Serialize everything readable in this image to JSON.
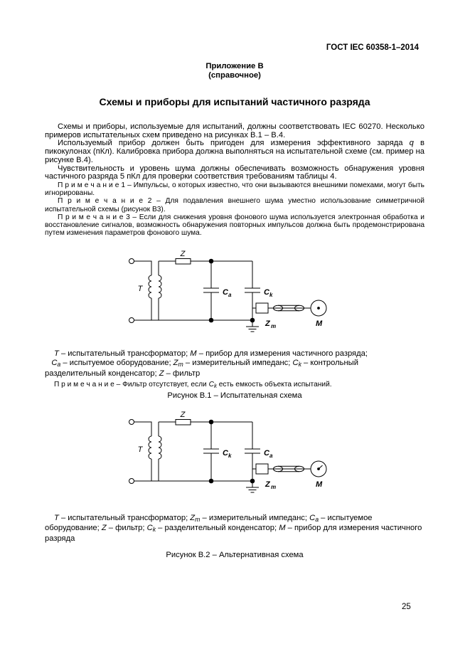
{
  "header": {
    "standard": "ГОСТ IEC 60358-1–2014",
    "annex_title": "Приложение В",
    "annex_subtitle": "(справочное)",
    "title": "Схемы и приборы для испытаний частичного разряда"
  },
  "paragraphs": {
    "p1": "Схемы и приборы, используемые для испытаний, должны соответствовать IEC 60270. Несколько примеров испытательных схем приведено на рисунках В.1 – В.4.",
    "p2": [
      {
        "t": "Используемый прибор должен быть пригоден для измерения эффективного заряда "
      },
      {
        "t": "q",
        "i": true
      },
      {
        "t": " в пикокулонах (пКл). Калибровка прибора должна выполняться на испытательной схеме  (см. пример на рисунке В.4)."
      }
    ],
    "p3": "Чувствительность и уровень шума должны обеспечивать возможность обнаружения уровня частичного разряда 5 пКл для проверки соответствия требованиям таблицы 4.",
    "note1": "П р и м е ч а н и е  1 – Импульсы, о которых известно, что они вызываются внешними помехами, могут быть игнорированы.",
    "note2": "П р и м е ч а н и е  2 – Для подавления внешнего шума уместно использование симметричной испытательной схемы (рисунок В3).",
    "note3": "П р и м е ч а н и е  3 – Если для снижения уровня фонового шума используется электронная обработка и восстановление сигналов, возможность обнаружения повторных импульсов должна быть продемонстрирована путем изменения параметров фонового шума."
  },
  "figure1": {
    "labels": {
      "transformer": "T",
      "filter": "Z",
      "cap_mid": "C",
      "cap_mid_sub": "a",
      "cap_right": "C",
      "cap_right_sub": "k",
      "impedance": "Z",
      "impedance_sub": "m",
      "meter": "M"
    },
    "legend": [
      {
        "t": "Т",
        "i": true
      },
      {
        "t": " – испытательный трансформатор;  "
      },
      {
        "t": "М",
        "i": true
      },
      {
        "t": " – прибор для измерения частичного разряда;"
      },
      {
        "br": true
      },
      {
        "t": "   "
      },
      {
        "t": "С",
        "i": true
      },
      {
        "t": "а",
        "s": true
      },
      {
        "t": "  – испытуемое оборудование; "
      },
      {
        "t": "Z",
        "i": true
      },
      {
        "t": "m",
        "s": true
      },
      {
        "t": " – измерительный импеданс; "
      },
      {
        "t": "С",
        "i": true
      },
      {
        "t": "k",
        "s": true
      },
      {
        "t": "  – контрольный"
      },
      {
        "br": true
      },
      {
        "t": "разделительный конденсатор; "
      },
      {
        "t": "Z",
        "i": true
      },
      {
        "t": " – фильтр"
      }
    ],
    "note": [
      {
        "t": "П р и м е ч а н и е   – Фильтр отсутствует, если "
      },
      {
        "t": "С",
        "i": true
      },
      {
        "t": "k",
        "s": true
      },
      {
        "t": " есть емкость объекта испытаний."
      }
    ],
    "caption": "Рисунок В.1 – Испытательная схема"
  },
  "figure2": {
    "labels": {
      "transformer": "T",
      "filter": "Z",
      "cap_mid": "C",
      "cap_mid_sub": "k",
      "cap_right": "C",
      "cap_right_sub": "a",
      "impedance": "Z",
      "impedance_sub": "m",
      "meter": "M"
    },
    "legend": [
      {
        "t": "Т",
        "i": true
      },
      {
        "t": " – испытательный трансформатор; "
      },
      {
        "t": "Z",
        "i": true
      },
      {
        "t": "m",
        "s": true
      },
      {
        "t": " – измерительный импеданс; "
      },
      {
        "t": "С",
        "i": true
      },
      {
        "t": "а",
        "s": true
      },
      {
        "t": " – испытуемое"
      },
      {
        "br": true
      },
      {
        "t": "оборудование; "
      },
      {
        "t": "Z",
        "i": true
      },
      {
        "t": " – фильтр; "
      },
      {
        "t": "С",
        "i": true
      },
      {
        "t": "k",
        "s": true
      },
      {
        "t": " – разделительный конденсатор; "
      },
      {
        "t": "М",
        "i": true
      },
      {
        "t": " – прибор для измерения частичного"
      },
      {
        "br": true
      },
      {
        "t": "разряда"
      }
    ],
    "caption": "Рисунок В.2 – Альтернативная схема"
  },
  "page_number": "25",
  "colors": {
    "text": "#000000",
    "background": "#ffffff",
    "line": "#000000"
  }
}
